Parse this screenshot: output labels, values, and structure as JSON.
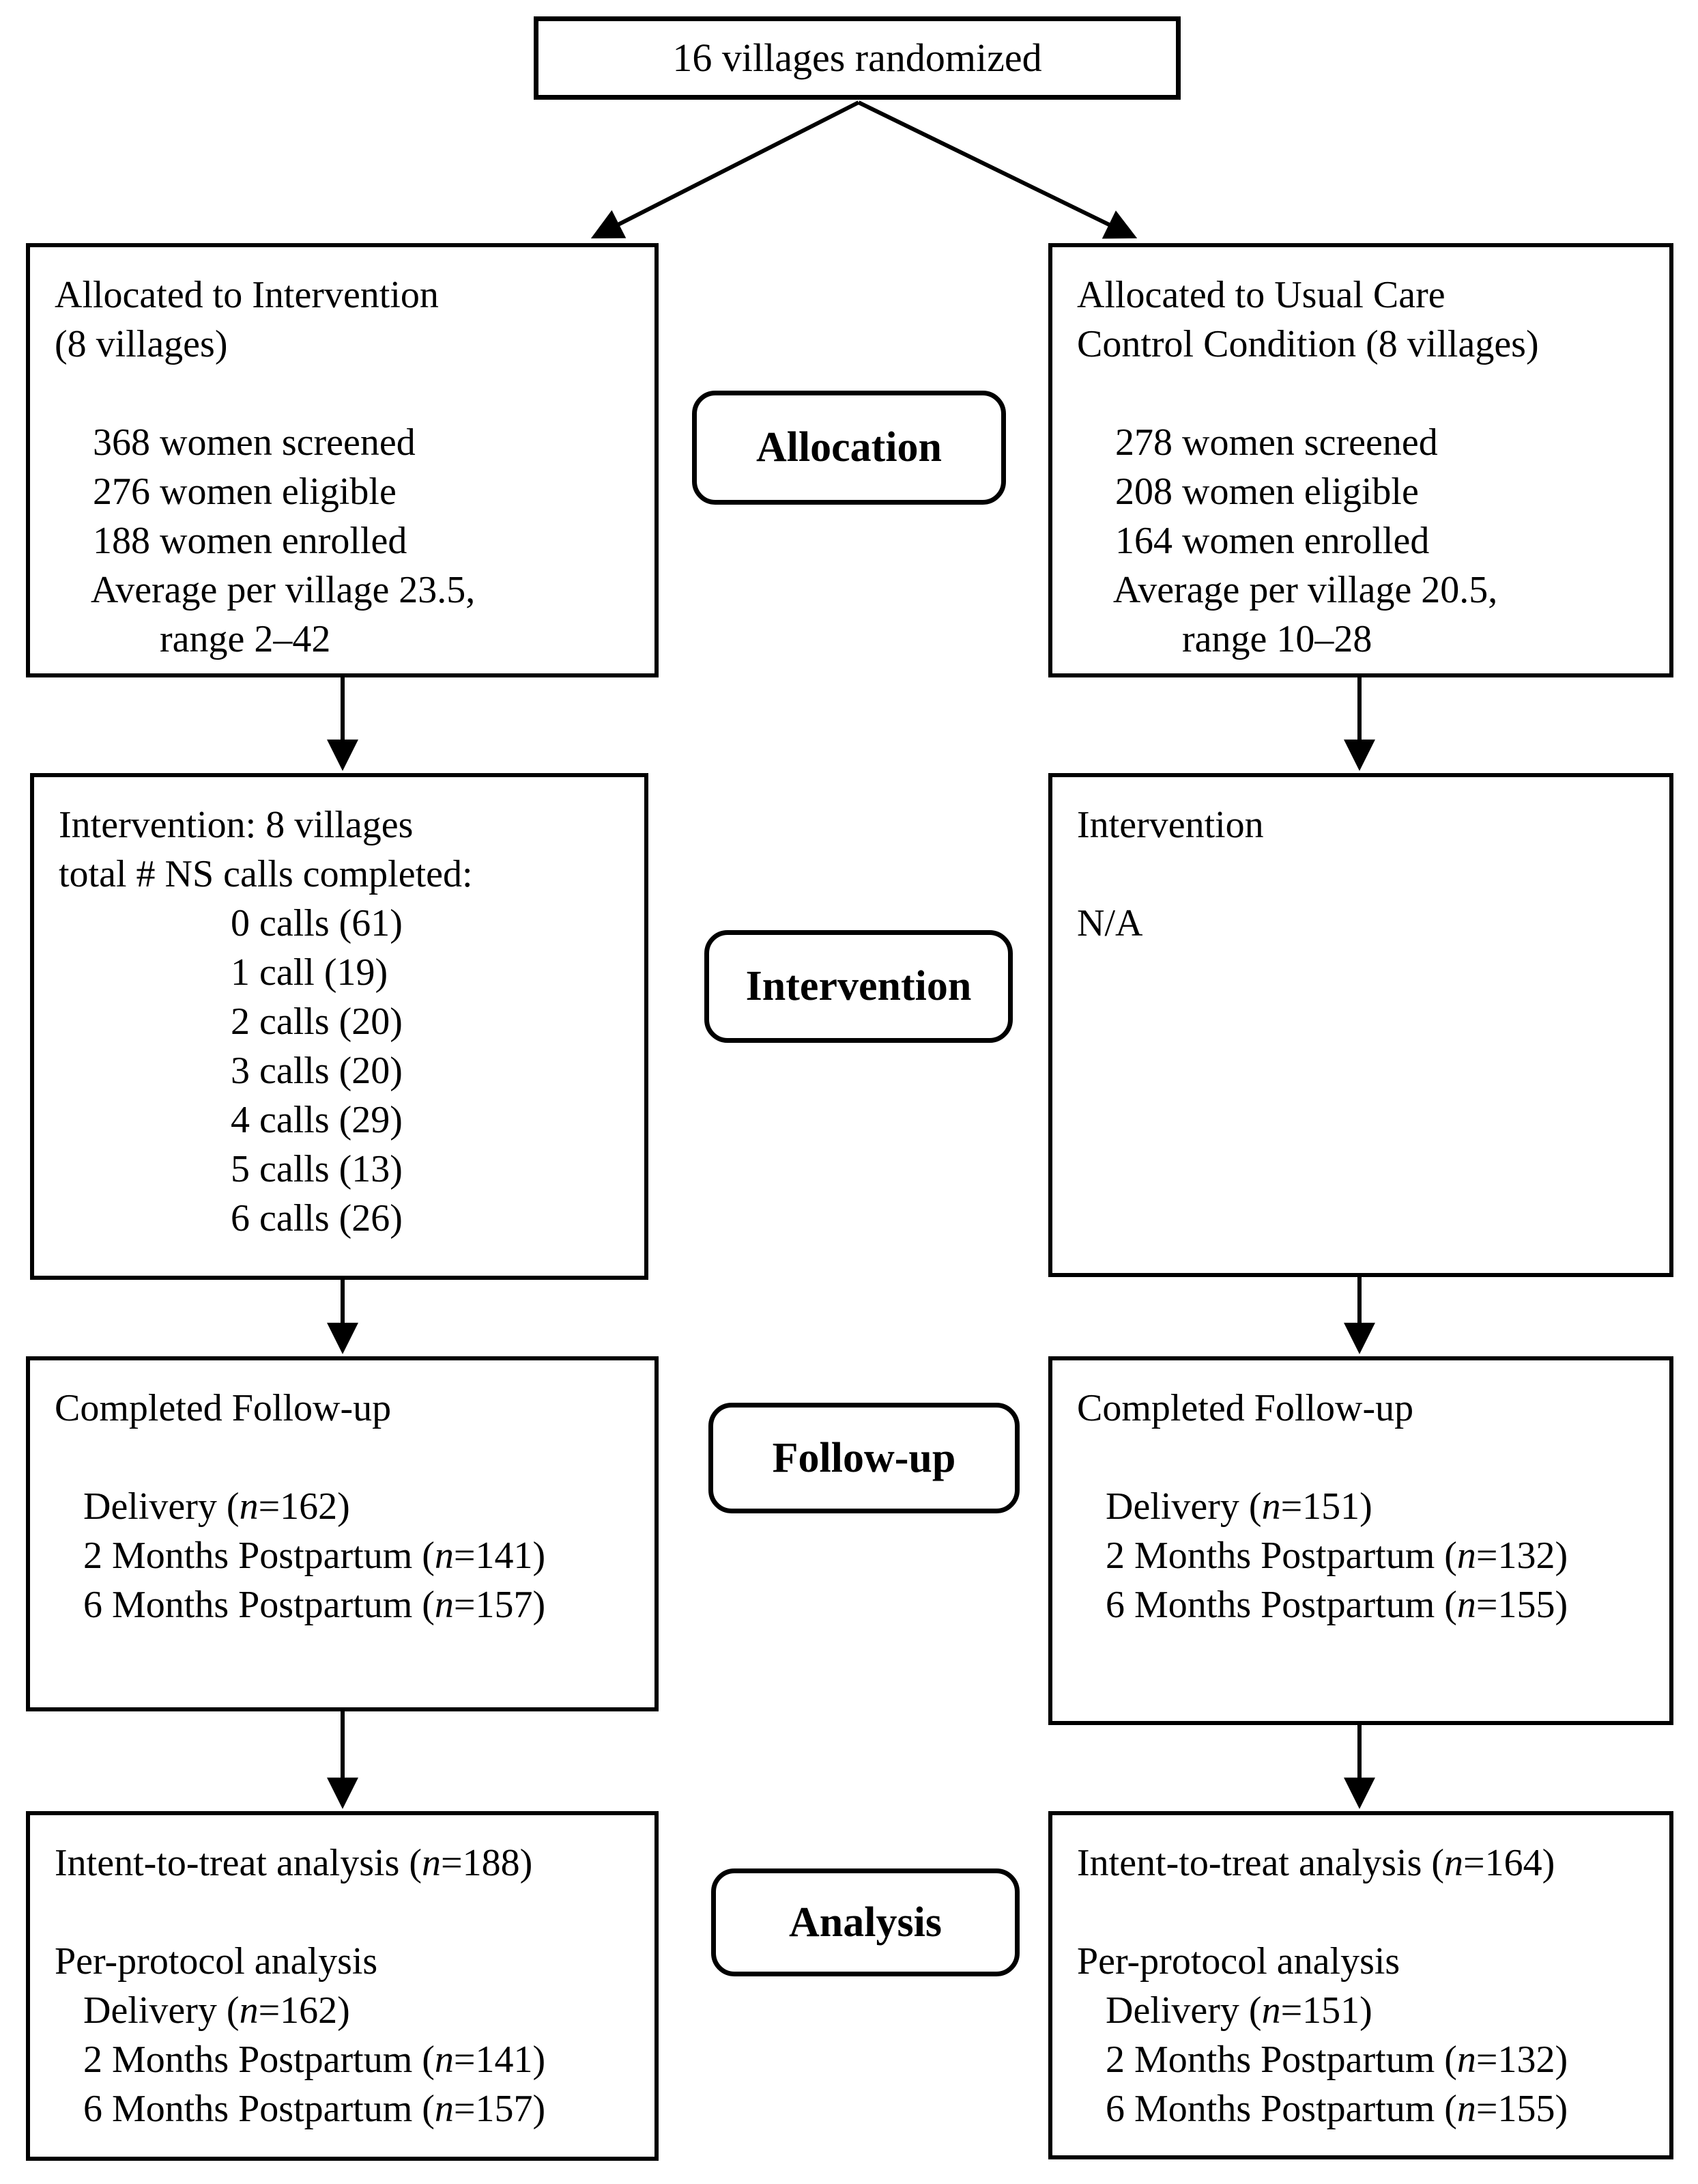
{
  "diagram": {
    "title_box": "16 villages randomized",
    "stage_labels": {
      "allocation": "Allocation",
      "intervention": "Intervention",
      "followup": "Follow-up",
      "analysis": "Analysis"
    },
    "allocation_left": {
      "lines": [
        "Allocated to Intervention",
        "(8 villages)",
        "",
        "    368 women screened",
        "    276 women eligible",
        "    188 women enrolled",
        "    Average per village 23.5,",
        "           range 2–42"
      ]
    },
    "allocation_right": {
      "lines": [
        "Allocated to Usual Care",
        "Control Condition (8 villages)",
        "",
        "    278 women screened",
        "    208 women eligible",
        "    164 women enrolled",
        "    Average per village 20.5,",
        "           range 10–28"
      ]
    },
    "intervention_left": {
      "lines": [
        "Intervention: 8 villages",
        "total # NS calls completed:",
        "                  0 calls (61)",
        "                  1 call (19)",
        "                  2 calls (20)",
        "                  3 calls (20)",
        "                  4 calls (29)",
        "                  5 calls (13)",
        "                  6 calls (26)"
      ]
    },
    "intervention_right": {
      "lines": [
        "Intervention",
        "",
        "N/A"
      ]
    },
    "followup_left": {
      "lines": [
        "Completed Follow-up",
        "",
        "   Delivery (n=162)",
        "   2 Months Postpartum (n=141)",
        "   6 Months Postpartum (n=157)"
      ]
    },
    "followup_right": {
      "lines": [
        "Completed Follow-up",
        "",
        "   Delivery (n=151)",
        "   2 Months Postpartum (n=132)",
        "   6 Months Postpartum (n=155)"
      ]
    },
    "analysis_left": {
      "lines": [
        "Intent-to-treat analysis (n=188)",
        "",
        "Per-protocol analysis",
        "   Delivery (n=162)",
        "   2 Months Postpartum (n=141)",
        "   6 Months Postpartum (n=157)"
      ]
    },
    "analysis_right": {
      "lines": [
        "Intent-to-treat analysis (n=164)",
        "",
        "Per-protocol analysis",
        "   Delivery (n=151)",
        "   2 Months Postpartum (n=132)",
        "   6 Months Postpartum (n=155)"
      ]
    }
  },
  "colors": {
    "ink": "#000000",
    "background": "#ffffff"
  }
}
